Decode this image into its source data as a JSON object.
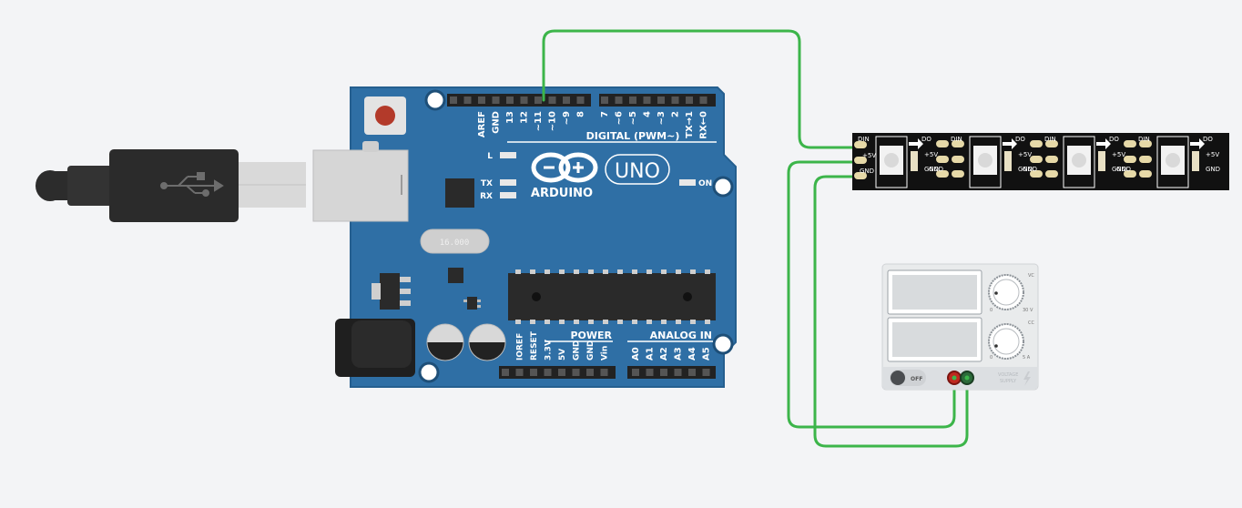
{
  "canvas": {
    "background": "#f3f4f6"
  },
  "colors": {
    "board": "#2f6fa5",
    "board_edge": "#255f8f",
    "wire": "#3cb54a",
    "strip": "#111111",
    "supply": "#e9ebec"
  },
  "arduino": {
    "brand": "ARDUINO",
    "model": "UNO",
    "digital_header_title": "DIGITAL (PWM~)",
    "digital_pins": [
      "AREF",
      "GND",
      "13",
      "12",
      "~11",
      "~10",
      "~9",
      "8",
      "7",
      "~6",
      "~5",
      "4",
      "~3",
      "2",
      "TX→1",
      "RX←0"
    ],
    "led_labels": {
      "l": "L",
      "tx": "TX",
      "rx": "RX",
      "on": "ON"
    },
    "crystal_text": "16.000",
    "power_header_title": "POWER",
    "power_pins": [
      "IOREF",
      "RESET",
      "3.3V",
      "5V",
      "GND",
      "GND",
      "Vin"
    ],
    "analog_header_title": "ANALOG IN",
    "analog_pins": [
      "A0",
      "A1",
      "A2",
      "A3",
      "A4",
      "A5"
    ],
    "usb_icon": "usb-icon",
    "infinity_logo": "infinity-logo-icon"
  },
  "led_strip": {
    "pixel_count": 4,
    "din_label": "DIN",
    "vcc_label": "+5V",
    "gnd_label": "GND",
    "do_label": "DO"
  },
  "power_supply": {
    "voltage_knob_label": "VC",
    "voltage_min": "0",
    "voltage_max": "30 V",
    "current_knob_label": "CC",
    "current_min": "0",
    "current_max": "5 A",
    "switch_label": "OFF",
    "brand_line1": "VOLTAGE",
    "brand_line2": "SUPPLY",
    "bolt_icon": "lightning-bolt-icon"
  }
}
